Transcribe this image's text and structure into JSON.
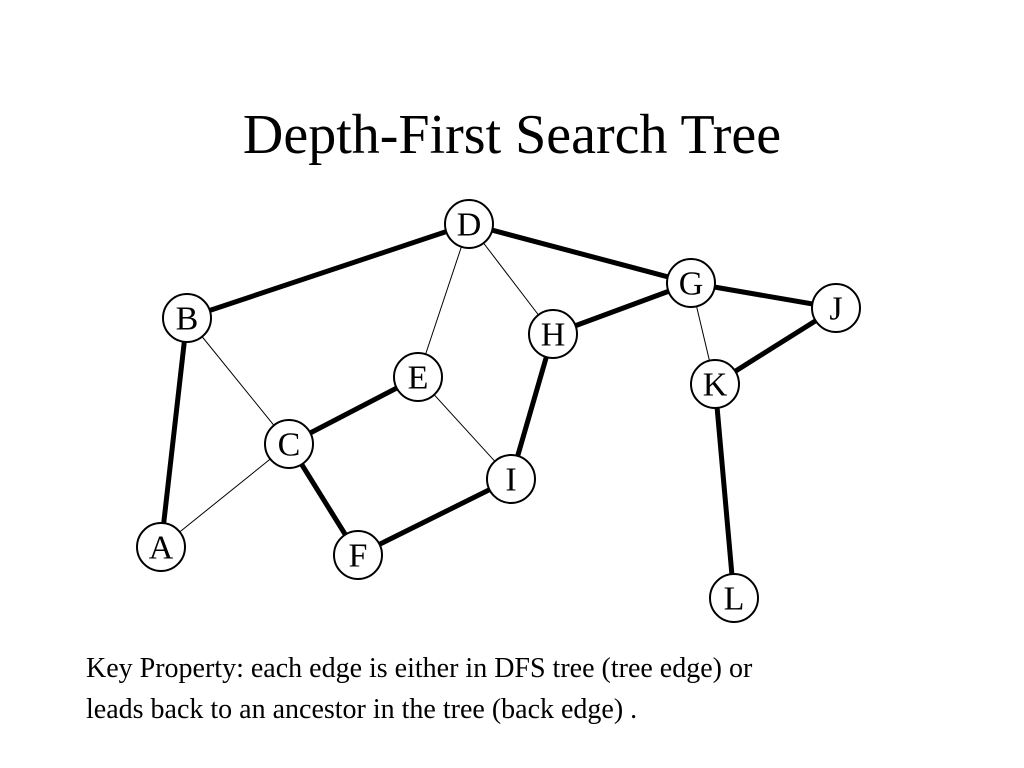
{
  "slide": {
    "title": "Depth-First Search Tree",
    "caption": [
      "Key Property: each edge is either in DFS tree (tree edge) or",
      "leads back to an ancestor in the tree (back edge) ."
    ]
  },
  "graph": {
    "nodes": [
      {
        "id": "D",
        "label": "D"
      },
      {
        "id": "B",
        "label": "B"
      },
      {
        "id": "G",
        "label": "G"
      },
      {
        "id": "J",
        "label": "J"
      },
      {
        "id": "H",
        "label": "H"
      },
      {
        "id": "E",
        "label": "E"
      },
      {
        "id": "K",
        "label": "K"
      },
      {
        "id": "C",
        "label": "C"
      },
      {
        "id": "I",
        "label": "I"
      },
      {
        "id": "A",
        "label": "A"
      },
      {
        "id": "F",
        "label": "F"
      },
      {
        "id": "L",
        "label": "L"
      }
    ],
    "edges": [
      {
        "from": "D",
        "to": "B",
        "kind": "tree"
      },
      {
        "from": "D",
        "to": "G",
        "kind": "tree"
      },
      {
        "from": "G",
        "to": "J",
        "kind": "tree"
      },
      {
        "from": "G",
        "to": "H",
        "kind": "tree"
      },
      {
        "from": "J",
        "to": "K",
        "kind": "tree"
      },
      {
        "from": "K",
        "to": "L",
        "kind": "tree"
      },
      {
        "from": "H",
        "to": "I",
        "kind": "tree"
      },
      {
        "from": "I",
        "to": "F",
        "kind": "tree"
      },
      {
        "from": "F",
        "to": "C",
        "kind": "tree"
      },
      {
        "from": "C",
        "to": "E",
        "kind": "tree"
      },
      {
        "from": "B",
        "to": "A",
        "kind": "tree"
      },
      {
        "from": "D",
        "to": "E",
        "kind": "back"
      },
      {
        "from": "D",
        "to": "H",
        "kind": "back"
      },
      {
        "from": "B",
        "to": "C",
        "kind": "back"
      },
      {
        "from": "A",
        "to": "C",
        "kind": "back"
      },
      {
        "from": "E",
        "to": "I",
        "kind": "back"
      },
      {
        "from": "G",
        "to": "K",
        "kind": "back"
      }
    ]
  }
}
